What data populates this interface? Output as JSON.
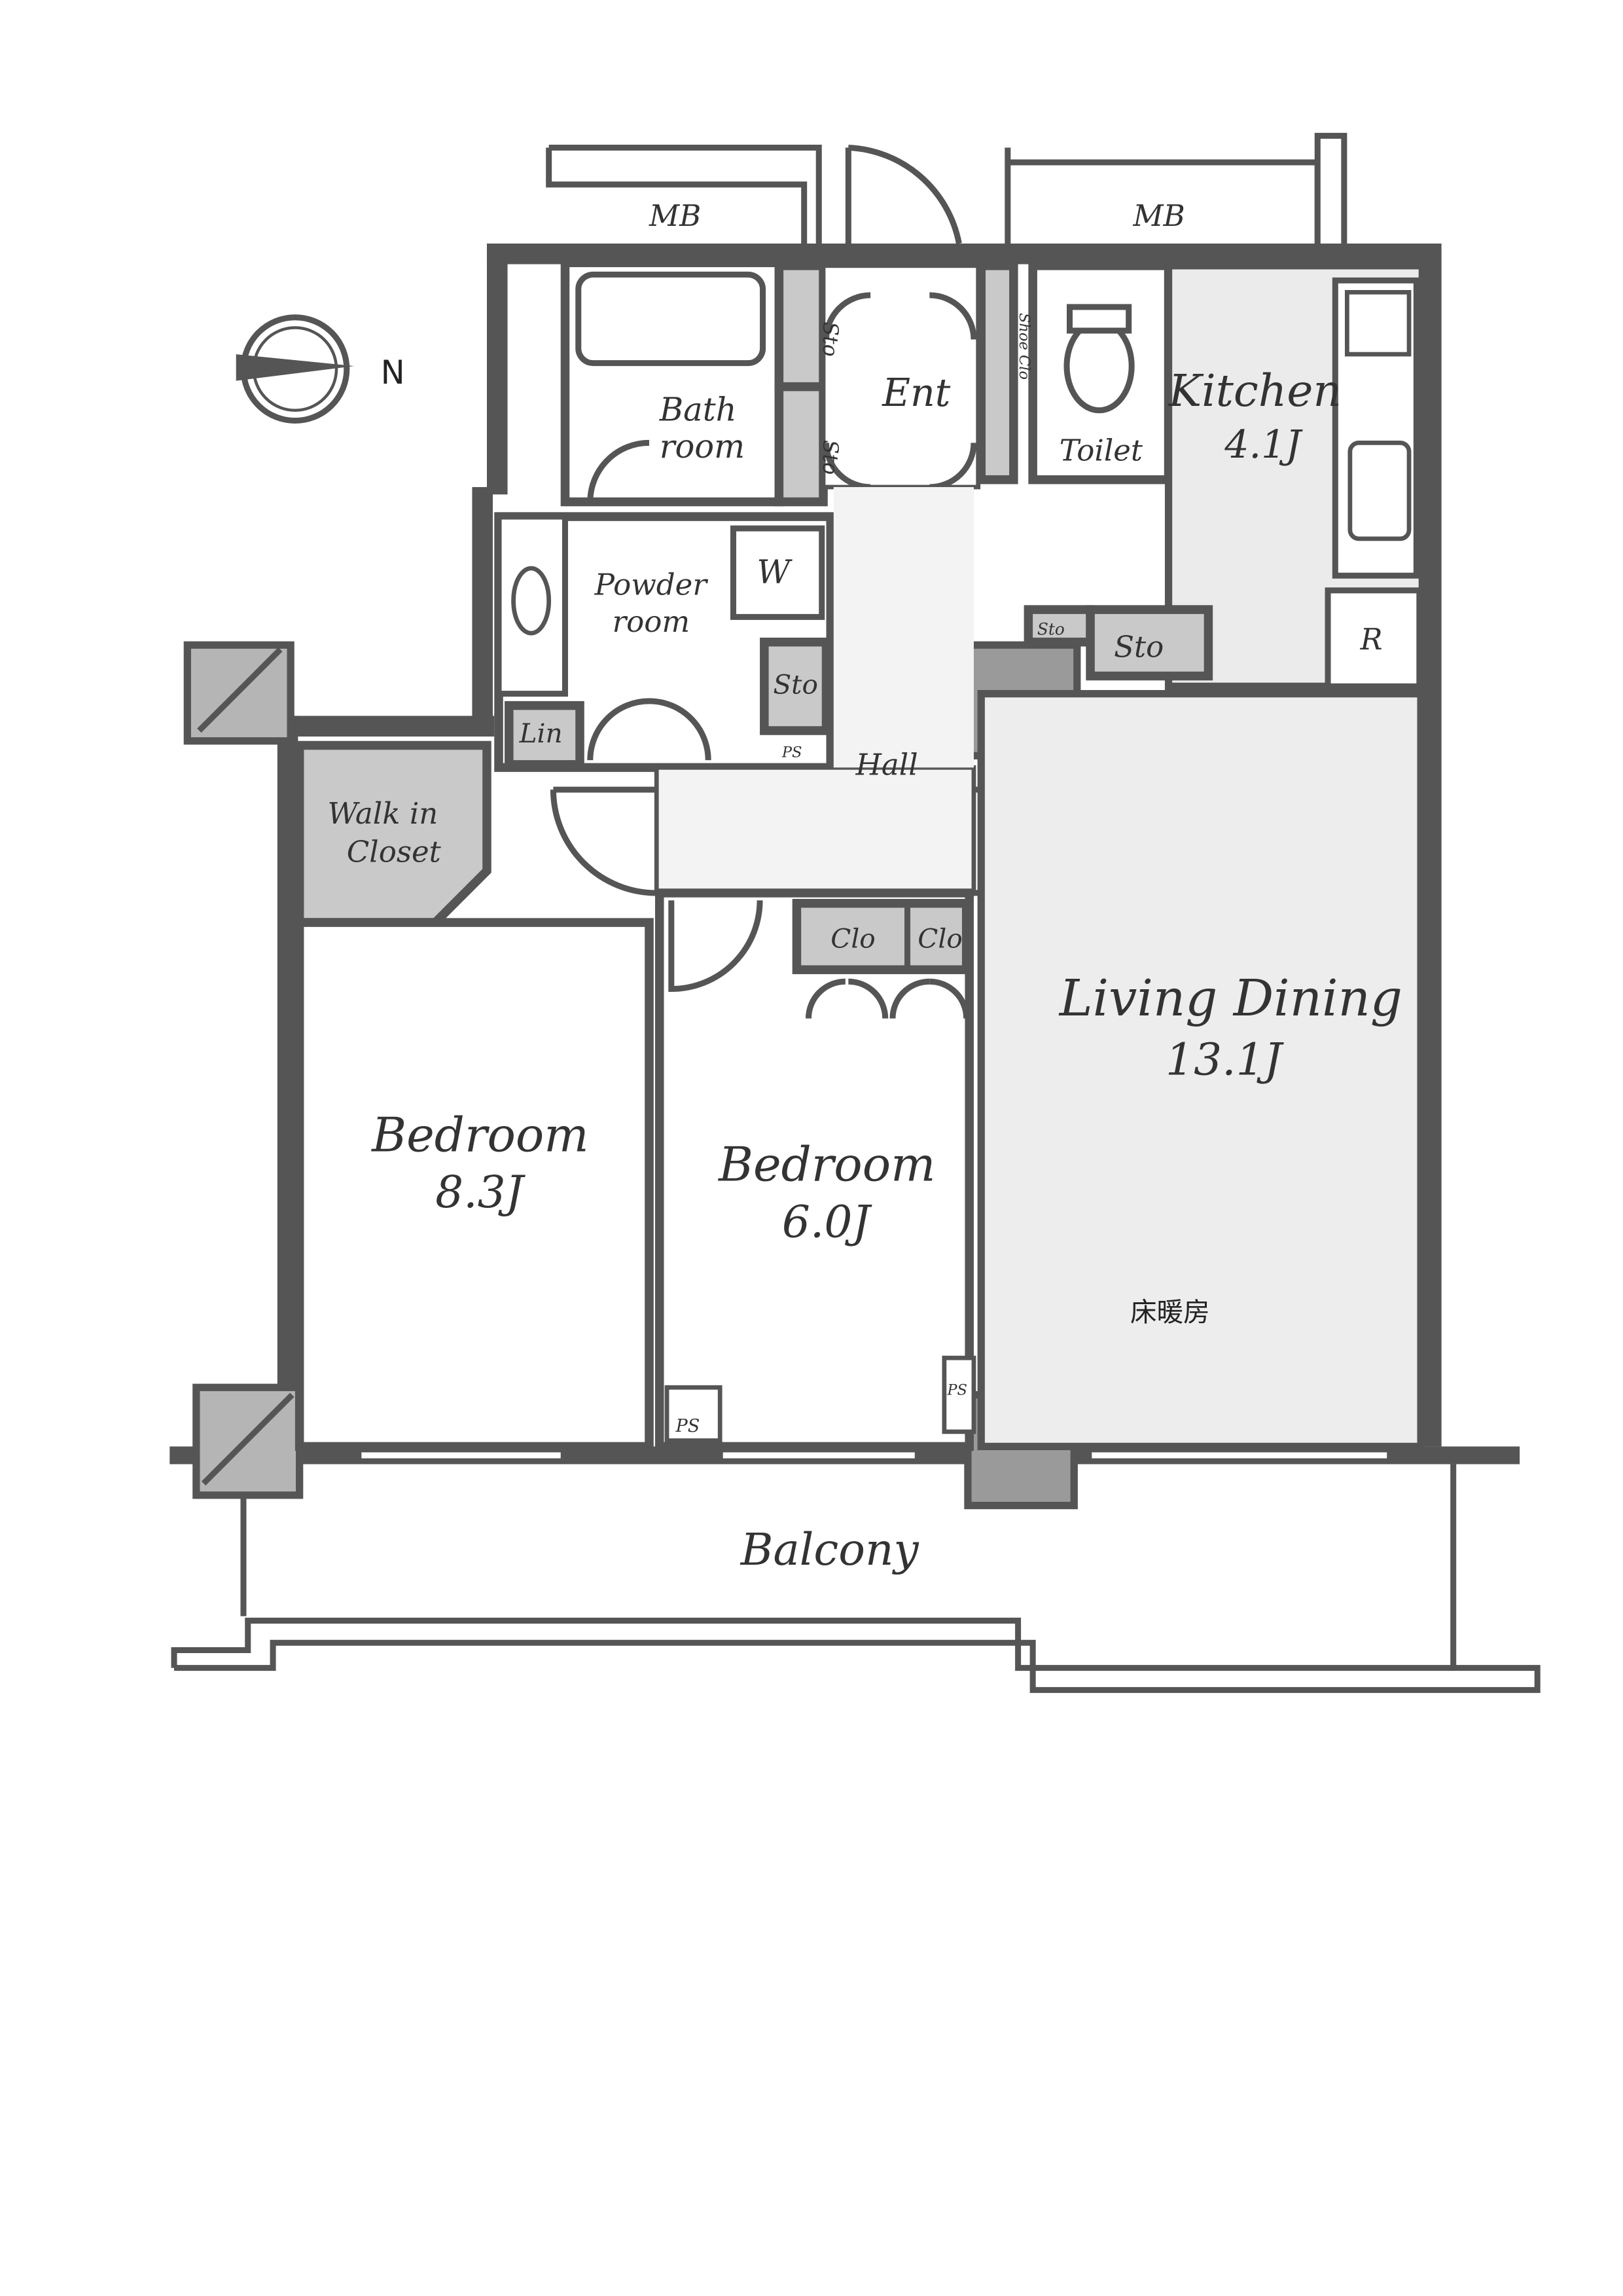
{
  "rooms": {
    "mb_left": "MB",
    "mb_right": "MB",
    "sto_a": "Sto",
    "sto_b": "Sto",
    "ent": "Ent",
    "shoe_clo": "Shoe Clo",
    "bath_line1": "Bath",
    "bath_line2": "room",
    "toilet": "Toilet",
    "kitchen": "Kitchen",
    "kitchen_size": "4.1J",
    "powder_line1": "Powder",
    "powder_line2": "room",
    "washer": "W",
    "sto_c": "Sto",
    "sto_d": "Sto",
    "sto_small": "Sto",
    "refrigerator": "R",
    "lin": "Lin",
    "ps_hall": "PS",
    "hall": "Hall",
    "walk_in_line1": "Walk in",
    "walk_in_line2": "Closet",
    "clo_a": "Clo",
    "clo_b": "Clo",
    "living_dining": "Living Dining",
    "living_dining_size": "13.1J",
    "bedroom1": "Bedroom",
    "bedroom1_size": "8.3J",
    "bedroom2": "Bedroom",
    "bedroom2_size": "6.0J",
    "floor_heating": "床暖房",
    "ps_bed": "PS",
    "ps_ld": "PS",
    "balcony": "Balcony"
  },
  "compass": {
    "north_label": "N"
  },
  "colors": {
    "wall": "#555555",
    "storage_fill": "#c9c9c9",
    "background": "#ffffff"
  }
}
